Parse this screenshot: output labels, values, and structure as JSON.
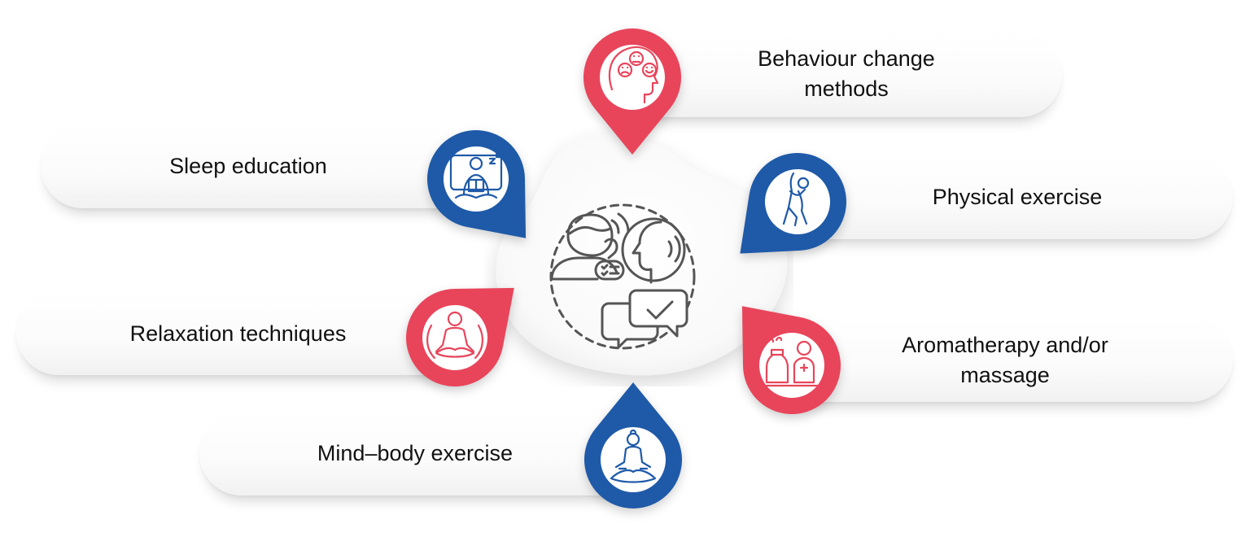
{
  "colors": {
    "red": "#e8455b",
    "blue": "#1f5aa8",
    "ink_red": "#e8455b",
    "ink_blue": "#1f5aa8",
    "center_ink": "#555555"
  },
  "center": {
    "icon": "communication-icon"
  },
  "items": [
    {
      "id": "behaviour",
      "lines": [
        "Behaviour change",
        "methods"
      ],
      "color": "red",
      "icon": "emotions-head-icon"
    },
    {
      "id": "sleep",
      "lines": [
        "Sleep education"
      ],
      "color": "blue",
      "icon": "sleep-reading-icon"
    },
    {
      "id": "physical",
      "lines": [
        "Physical exercise"
      ],
      "color": "blue",
      "icon": "stretching-person-icon"
    },
    {
      "id": "relaxation",
      "lines": [
        "Relaxation techniques"
      ],
      "color": "red",
      "icon": "meditating-person-icon"
    },
    {
      "id": "aromatherapy",
      "lines": [
        "Aromatherapy and/or",
        "massage"
      ],
      "color": "red",
      "icon": "massage-oil-icon"
    },
    {
      "id": "mindbody",
      "lines": [
        "Mind–body exercise"
      ],
      "color": "blue",
      "icon": "lotus-yoga-icon"
    }
  ]
}
